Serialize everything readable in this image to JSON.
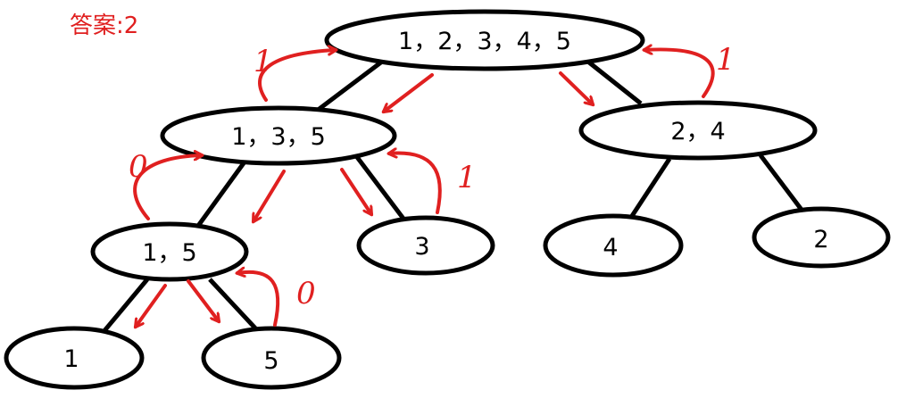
{
  "answer_text": "答案:2",
  "colors": {
    "ink": "#000000",
    "annotation": "#e02020"
  },
  "nodes": [
    {
      "id": "root",
      "label": "1，2，3，4，5"
    },
    {
      "id": "n135",
      "label": "1，3，5"
    },
    {
      "id": "n24",
      "label": "2，4"
    },
    {
      "id": "n15",
      "label": "1，5"
    },
    {
      "id": "n3",
      "label": "3"
    },
    {
      "id": "n4",
      "label": "4"
    },
    {
      "id": "n2",
      "label": "2"
    },
    {
      "id": "n1",
      "label": "1"
    },
    {
      "id": "n5",
      "label": "5"
    }
  ],
  "edges": [
    {
      "from": "root",
      "to": "n135"
    },
    {
      "from": "root",
      "to": "n24"
    },
    {
      "from": "n135",
      "to": "n15"
    },
    {
      "from": "n135",
      "to": "n3"
    },
    {
      "from": "n24",
      "to": "n4"
    },
    {
      "from": "n24",
      "to": "n2"
    },
    {
      "from": "n15",
      "to": "n1"
    },
    {
      "from": "n15",
      "to": "n5"
    }
  ],
  "return_values": {
    "n135": "1",
    "n24": "1",
    "n15": "0",
    "n3": "1",
    "n5": "0"
  }
}
